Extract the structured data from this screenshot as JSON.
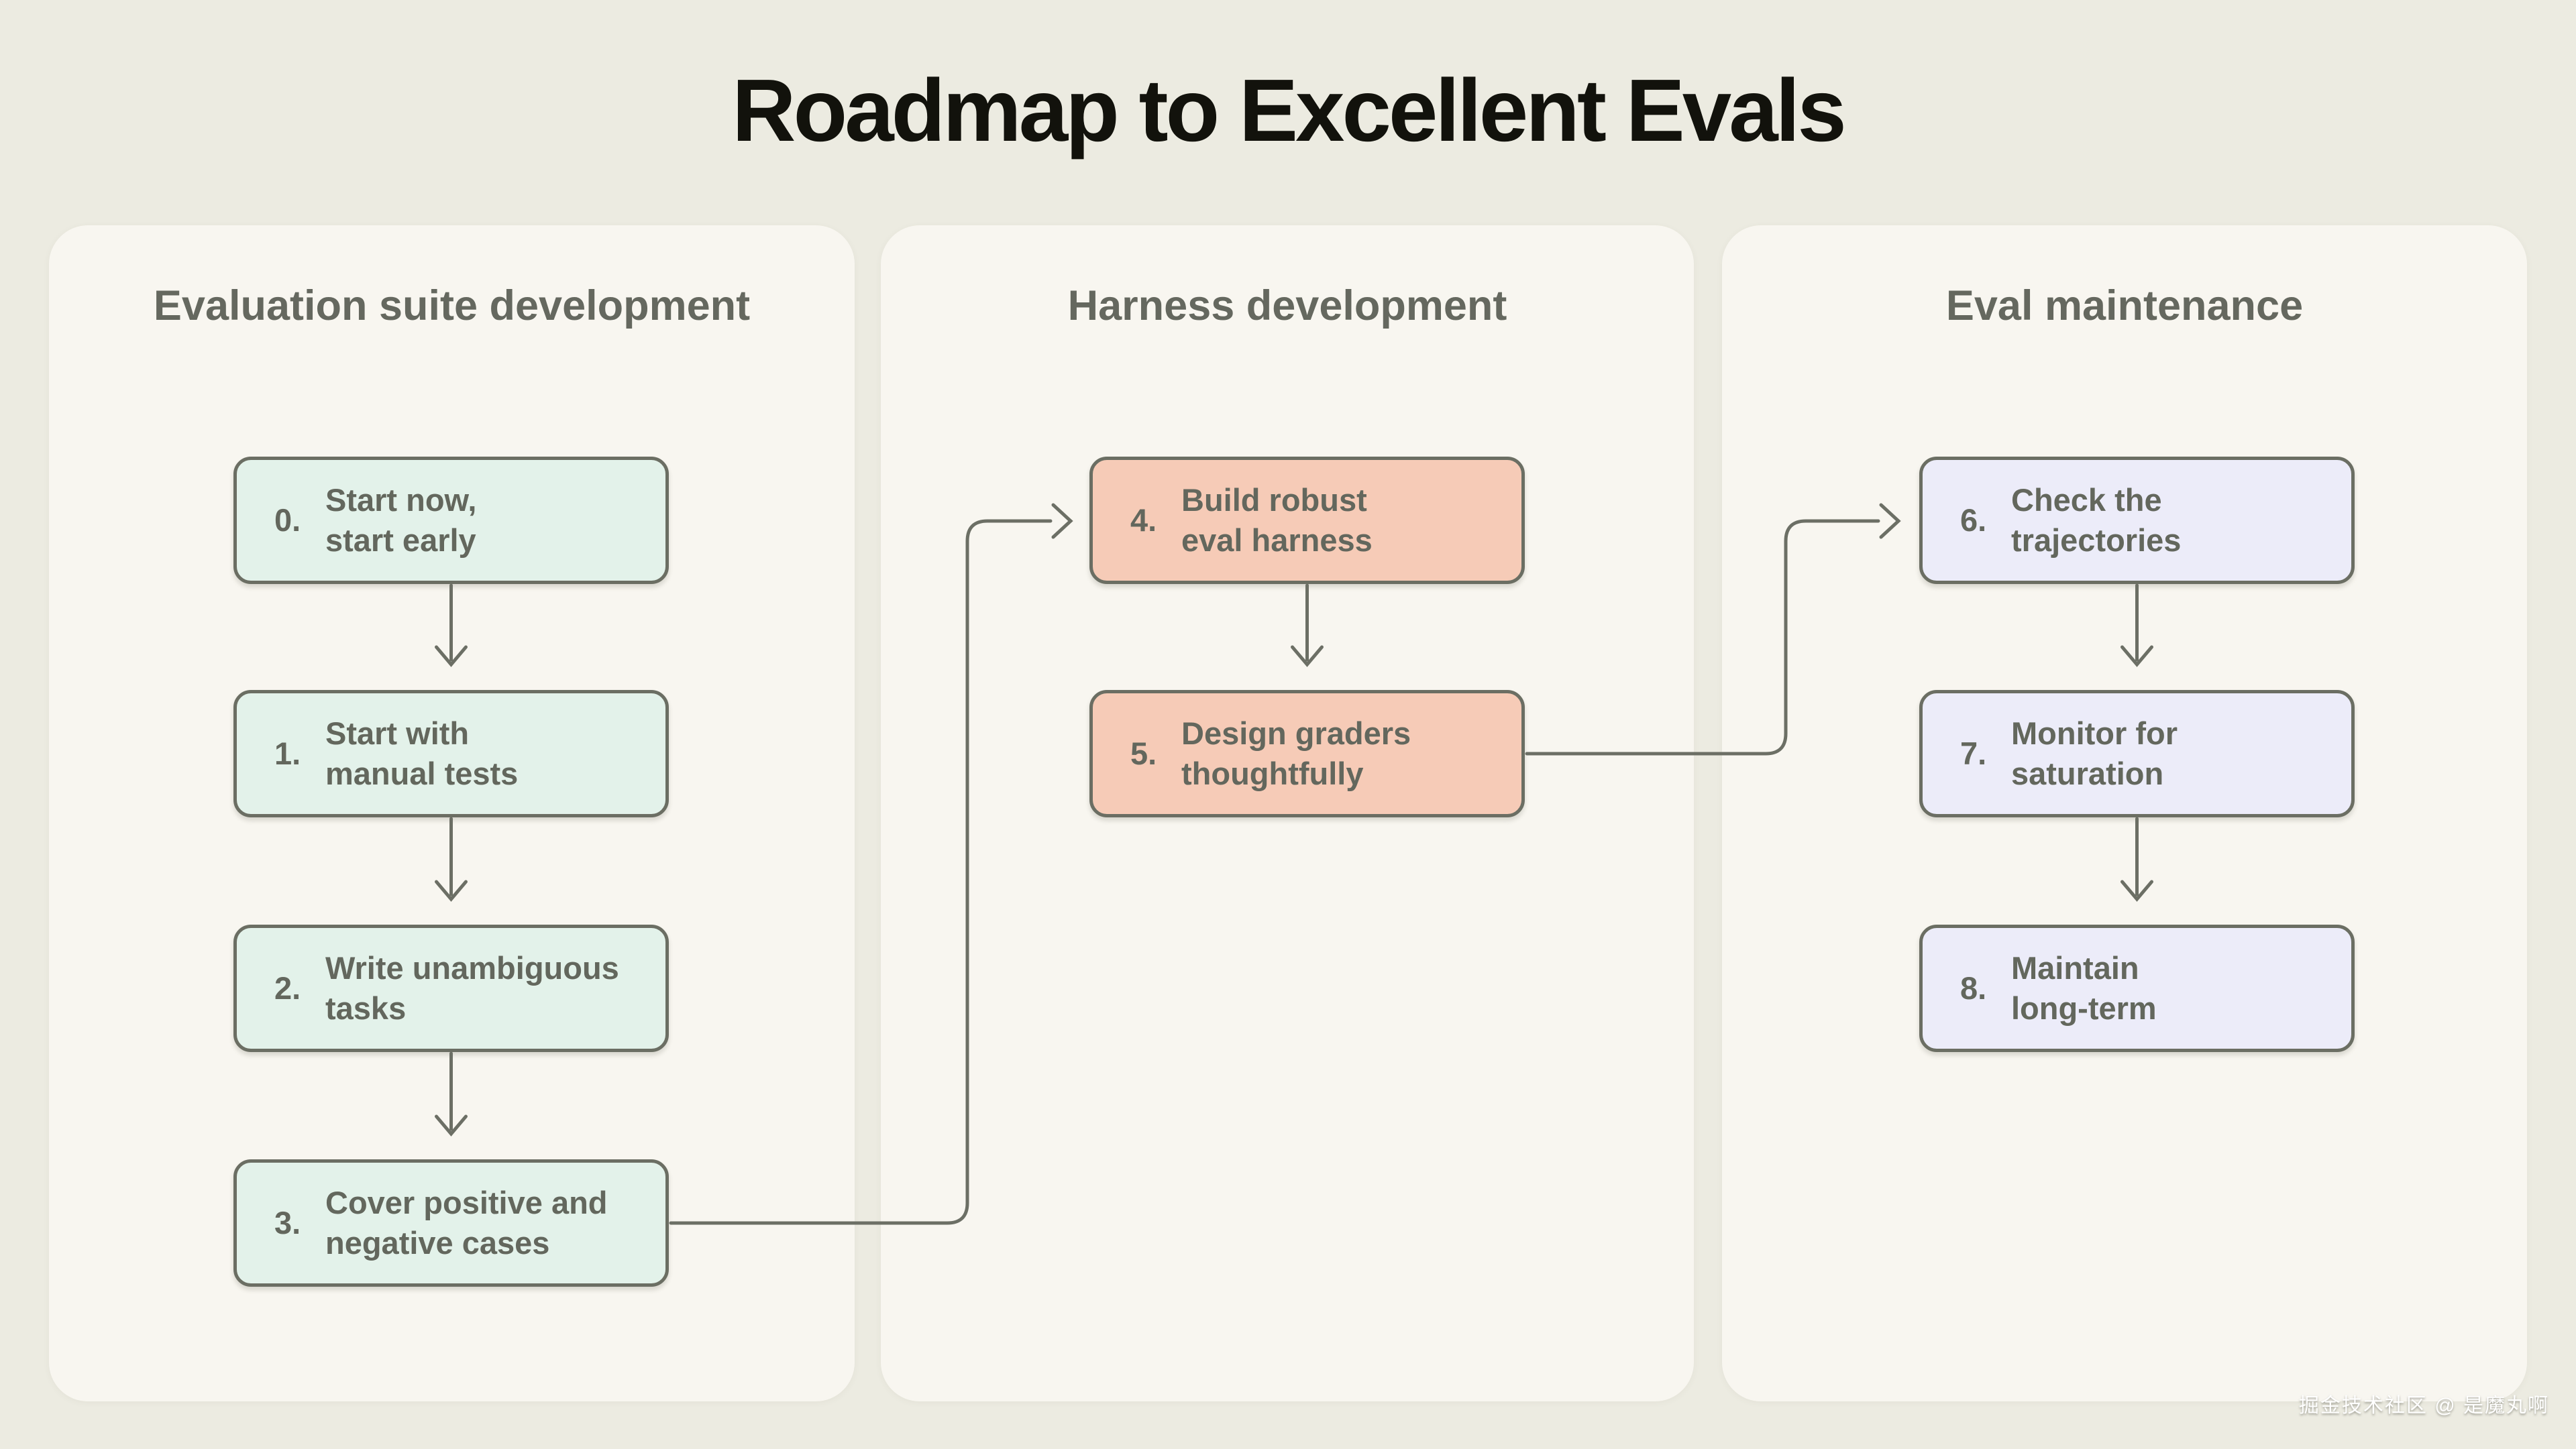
{
  "title": "Roadmap to Excellent Evals",
  "watermark": "掘金技术社区 @ 是魔丸啊",
  "columns": [
    {
      "header": "Evaluation suite development",
      "accent": "mint",
      "steps": [
        {
          "num": "0.",
          "label": "Start now,\nstart early"
        },
        {
          "num": "1.",
          "label": "Start with\nmanual tests"
        },
        {
          "num": "2.",
          "label": "Write unambiguous\ntasks"
        },
        {
          "num": "3.",
          "label": "Cover positive and\nnegative cases"
        }
      ]
    },
    {
      "header": "Harness development",
      "accent": "salmon",
      "steps": [
        {
          "num": "4.",
          "label": "Build robust\neval harness"
        },
        {
          "num": "5.",
          "label": "Design graders\nthoughtfully"
        }
      ]
    },
    {
      "header": "Eval maintenance",
      "accent": "lavender",
      "steps": [
        {
          "num": "6.",
          "label": "Check the\ntrajectories"
        },
        {
          "num": "7.",
          "label": "Monitor for\nsaturation"
        },
        {
          "num": "8.",
          "label": "Maintain\nlong-term"
        }
      ]
    }
  ],
  "connections": [
    {
      "from": "0",
      "to": "1"
    },
    {
      "from": "1",
      "to": "2"
    },
    {
      "from": "2",
      "to": "3"
    },
    {
      "from": "3",
      "to": "4"
    },
    {
      "from": "4",
      "to": "5"
    },
    {
      "from": "5",
      "to": "6"
    },
    {
      "from": "6",
      "to": "7"
    },
    {
      "from": "7",
      "to": "8"
    }
  ],
  "colors": {
    "page_bg": "#ECEBE1",
    "card_bg": "#F8F6F0",
    "mint_fill": "#E3F2EA",
    "salmon_fill": "#F6CBB7",
    "lavender_fill": "#ECECF9",
    "border": "#6B6E63",
    "step_text": "#63675D",
    "header_text": "#65685F",
    "title_text": "#12120C",
    "connector": "#6C6F65",
    "watermark_text": "#FFFFFF"
  }
}
